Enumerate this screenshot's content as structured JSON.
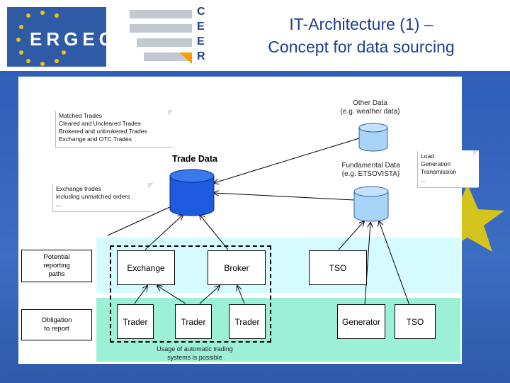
{
  "header": {
    "ergeg_logo_text": "ERGEG",
    "ceer_letters": [
      "C",
      "E",
      "E",
      "R"
    ],
    "title_line1": "IT-Architecture (1) –",
    "title_line2": "Concept for data sourcing"
  },
  "diagram": {
    "trade_data_label": "Trade Data",
    "other_data": {
      "line1": "Other Data",
      "line2": "(e.g. weather data)"
    },
    "fundamental_data": {
      "line1": "Fundamental Data",
      "line2": "(e.g. ETSOVISTA)"
    },
    "note_trades": [
      "Matched Trades",
      "Cleared and Uncleared Trades",
      "Brokered and unbrokered Trades",
      "Exchange and OTC Trades"
    ],
    "note_exchange": [
      "Exchange trades",
      "including unmatched orders",
      "..."
    ],
    "note_fundamental": [
      "Load",
      "Generation",
      "Transmission",
      "..."
    ],
    "side_potential": [
      "Potential",
      "reporting",
      "paths"
    ],
    "side_obligation": [
      "Obligation",
      "to report"
    ],
    "boxes": {
      "exchange": "Exchange",
      "broker": "Broker",
      "tso_top": "TSO",
      "trader1": "Trader",
      "trader2": "Trader",
      "trader3": "Trader",
      "generator": "Generator",
      "tso_bottom": "TSO"
    },
    "automatic_note": [
      "Usage of automatic trading",
      "systems is possible"
    ]
  },
  "colors": {
    "brand_blue": "#1e3e8c",
    "cylinder_dark": "#1e5ae0",
    "cylinder_light": "#a8d4f8",
    "band_cyan": "#d5fbff",
    "band_green": "#9bf0d6"
  }
}
